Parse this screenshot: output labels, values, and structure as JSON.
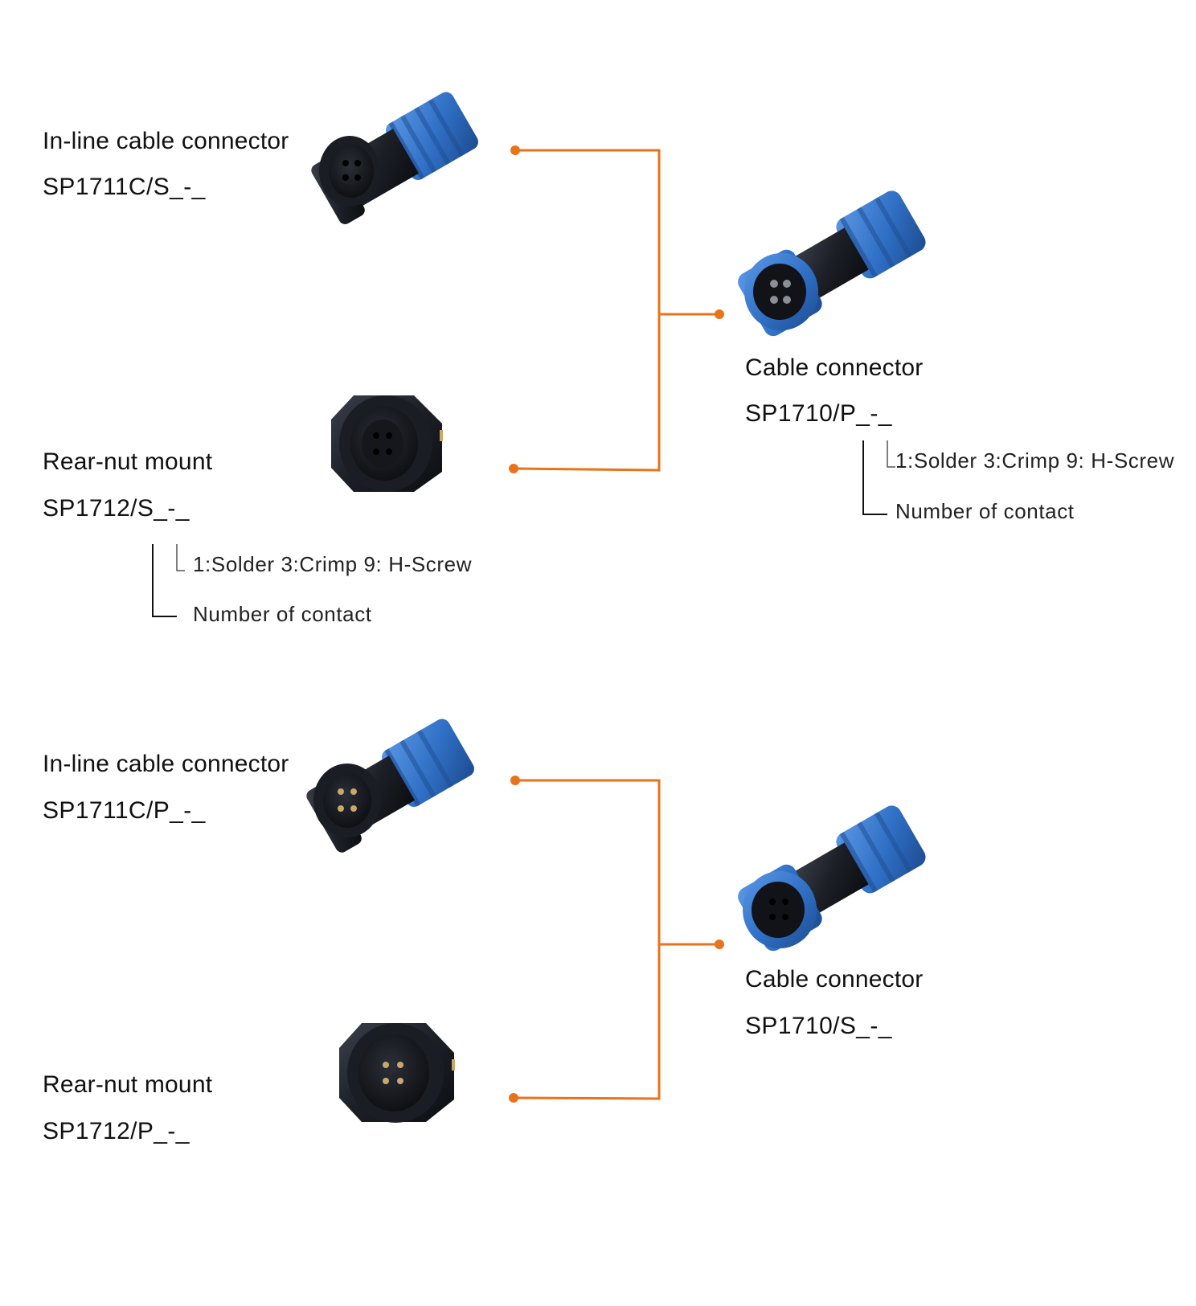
{
  "colors": {
    "connector_line": "#e8731a",
    "bracket_line": "#111111",
    "body_black": "#1c1f26",
    "cap_blue": "#2f6fc4"
  },
  "groups": [
    {
      "inline": {
        "title": "In-line cable connector",
        "code": "SP1711C/S_-_",
        "icon": "inline-female-connector-icon"
      },
      "rear": {
        "title": "Rear-nut mount",
        "code": "SP1712/S_-_",
        "icon": "rear-nut-female-socket-icon",
        "legend": {
          "termination": "1:Solder 3:Crimp 9: H-Screw",
          "contacts": "Number of contact"
        }
      },
      "cable": {
        "title": "Cable connector",
        "code": "SP1710/P_-_",
        "icon": "cable-male-connector-icon",
        "legend": {
          "termination": "1:Solder 3:Crimp 9: H-Screw",
          "contacts": "Number of contact"
        }
      }
    },
    {
      "inline": {
        "title": "In-line cable connector",
        "code": "SP1711C/P_-_",
        "icon": "inline-male-connector-icon"
      },
      "rear": {
        "title": "Rear-nut mount",
        "code": "SP1712/P_-_",
        "icon": "rear-nut-male-socket-icon"
      },
      "cable": {
        "title": "Cable connector",
        "code": "SP1710/S_-_",
        "icon": "cable-female-connector-icon"
      }
    }
  ]
}
